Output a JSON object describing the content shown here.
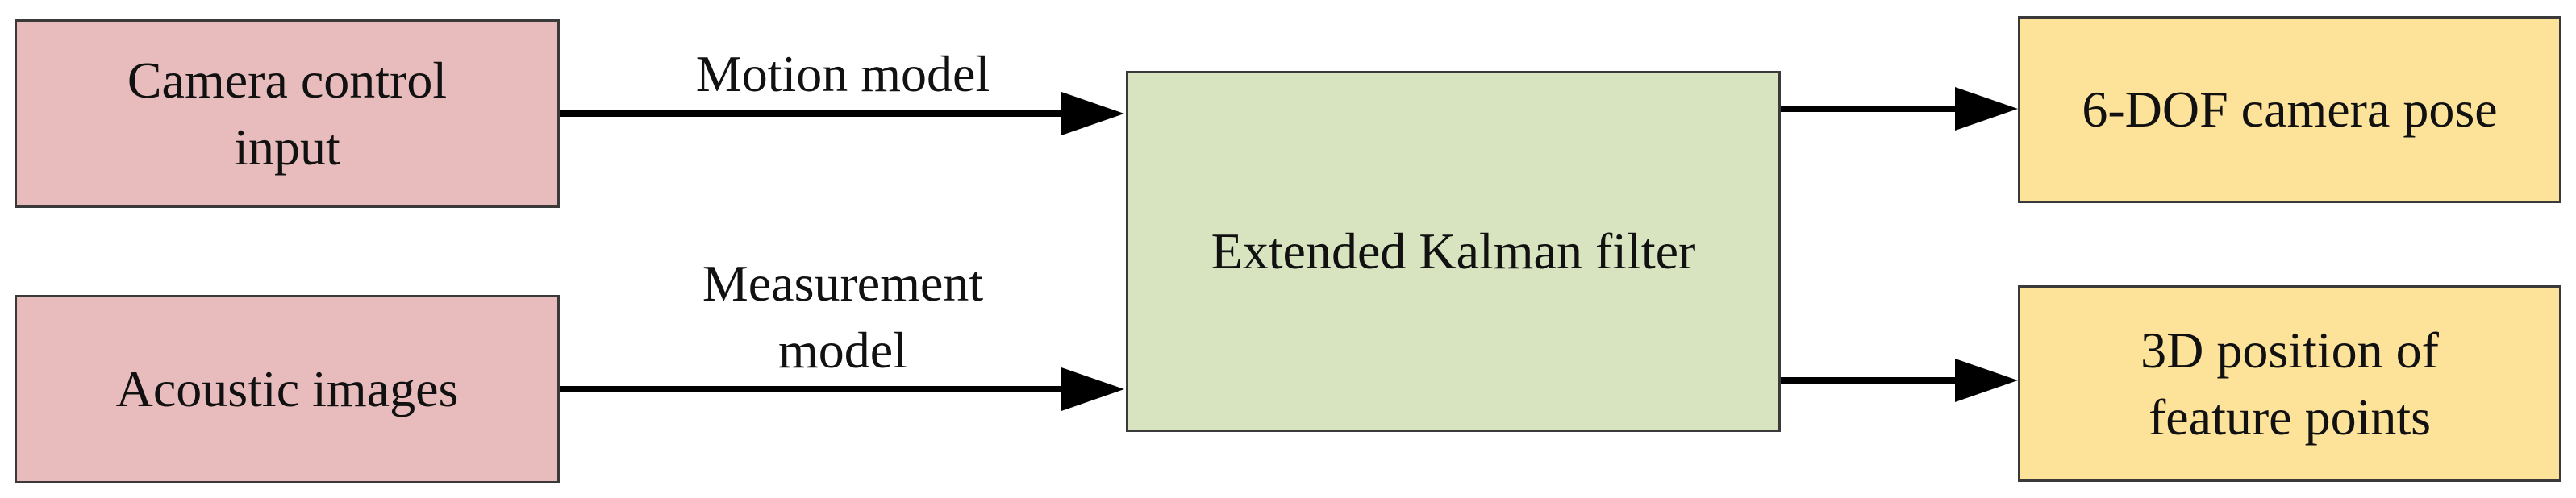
{
  "colors": {
    "input_fill": "#e8bcbc",
    "process_fill": "#d8e4bf",
    "output_fill": "#fde39a",
    "stroke": "#3a3a3a",
    "arrow": "#000000"
  },
  "nodes": {
    "camera_control_input": {
      "line1": "Camera control",
      "line2": "input"
    },
    "acoustic_images": {
      "label": "Acoustic images"
    },
    "extended_kalman_filter": {
      "label": "Extended Kalman filter"
    },
    "camera_pose": {
      "label": "6-DOF camera pose"
    },
    "feature_points": {
      "line1": "3D position of",
      "line2": "feature points"
    }
  },
  "edges": {
    "motion_model": {
      "label": "Motion model"
    },
    "measurement_model": {
      "line1": "Measurement",
      "line2": "model"
    }
  }
}
